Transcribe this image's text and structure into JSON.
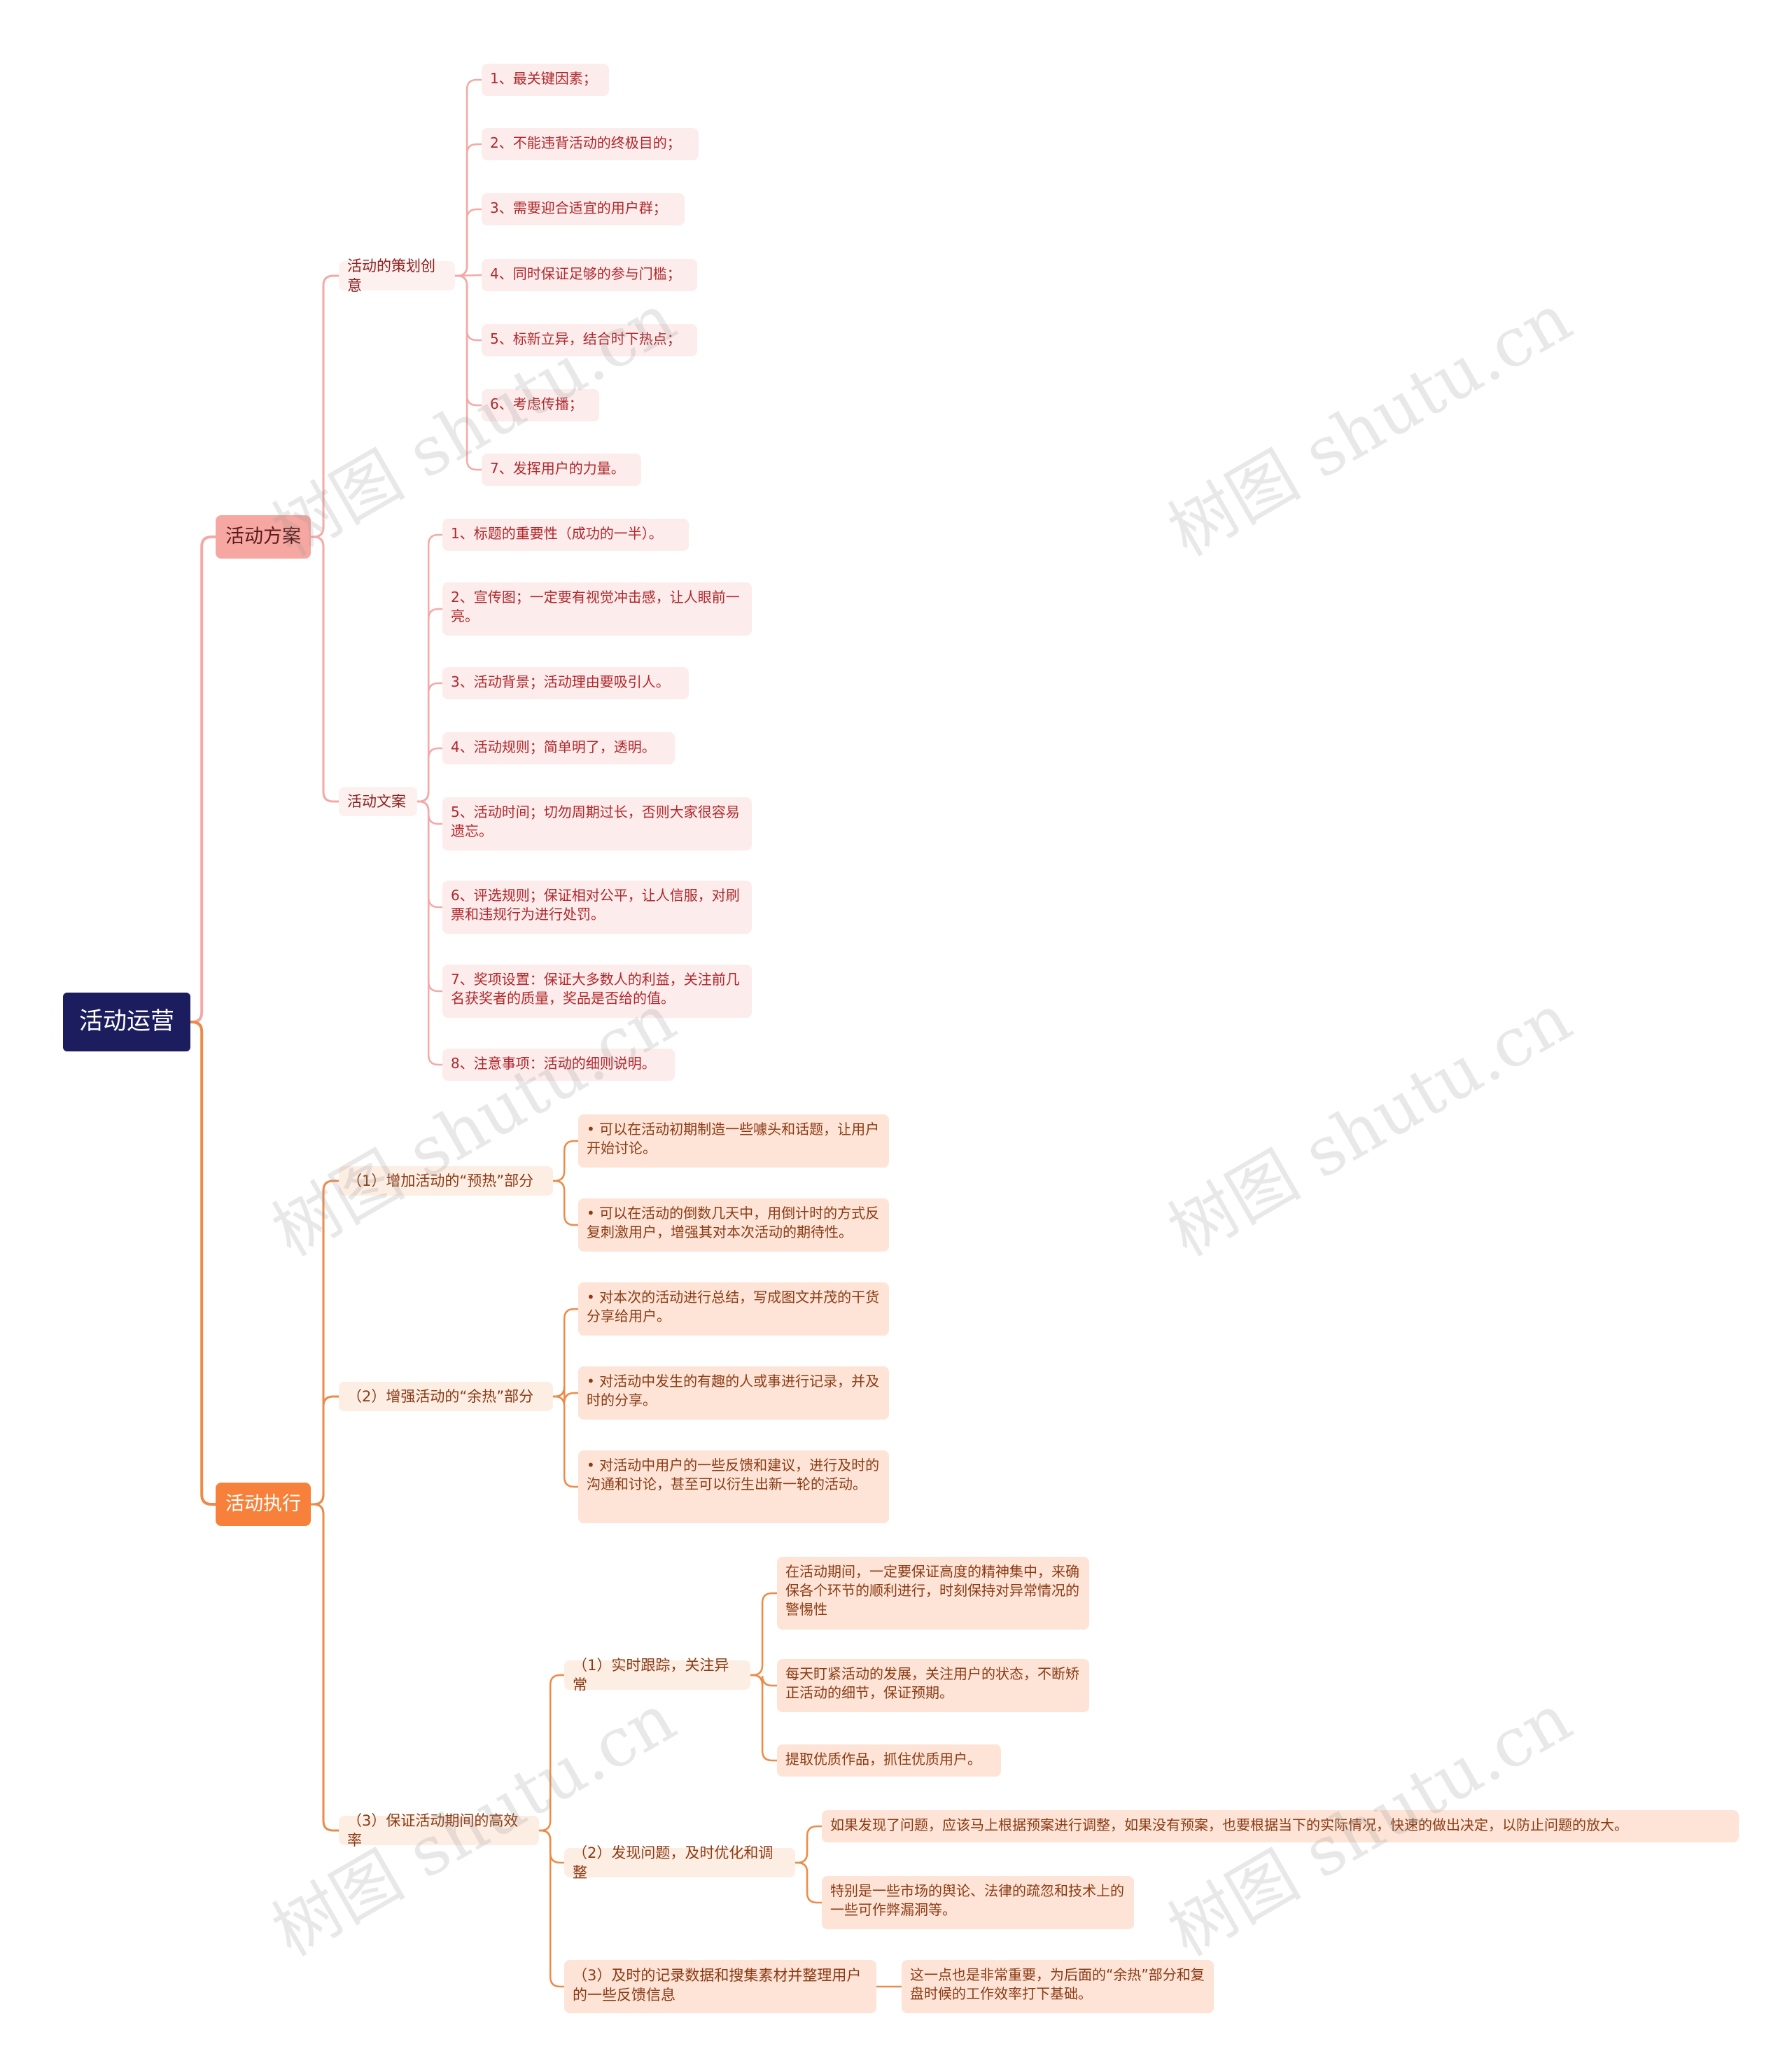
{
  "root": "活动运营",
  "plan": {
    "label": "活动方案",
    "creative": {
      "label": "活动的策划创意",
      "items": [
        "1、最关键因素；",
        "2、不能违背活动的终极目的；",
        "3、需要迎合适宜的用户群；",
        "4、同时保证足够的参与门槛；",
        "5、标新立异，结合时下热点；",
        "6、考虑传播；",
        "7、发挥用户的力量。"
      ]
    },
    "copy": {
      "label": "活动文案",
      "items": [
        "1、标题的重要性（成功的一半）。",
        "2、宣传图；一定要有视觉冲击感，让人眼前一亮。",
        "3、活动背景；活动理由要吸引人。",
        "4、活动规则；简单明了，透明。",
        "5、活动时间；切勿周期过长，否则大家很容易遗忘。",
        "6、评选规则；保证相对公平，让人信服，对刷票和违规行为进行处罚。",
        "7、奖项设置：保证大多数人的利益，关注前几名获奖者的质量，奖品是否给的值。",
        "8、注意事项：活动的细则说明。"
      ]
    }
  },
  "exec": {
    "label": "活动执行",
    "warmup": {
      "label": "（1）增加活动的“预热”部分",
      "items": [
        "• 可以在活动初期制造一些噱头和话题，让用户开始讨论。",
        "• 可以在活动的倒数几天中，用倒计时的方式反复刺激用户，增强其对本次活动的期待性。"
      ]
    },
    "afterglow": {
      "label": "（2）增强活动的“余热”部分",
      "items": [
        "• 对本次的活动进行总结，写成图文并茂的干货分享给用户。",
        "• 对活动中发生的有趣的人或事进行记录，并及时的分享。",
        "• 对活动中用户的一些反馈和建议，进行及时的沟通和讨论，甚至可以衍生出新一轮的活动。"
      ]
    },
    "efficiency": {
      "label": "（3）保证活动期间的高效率",
      "track": {
        "label": "（1）实时跟踪，关注异常",
        "items": [
          "在活动期间，一定要保证高度的精神集中，来确保各个环节的顺利进行，时刻保持对异常情况的警惕性",
          "每天盯紧活动的发展，关注用户的状态，不断矫正活动的细节，保证预期。",
          "提取优质作品，抓住优质用户。"
        ]
      },
      "optimize": {
        "label": "（2）发现问题，及时优化和调整",
        "items": [
          "如果发现了问题，应该马上根据预案进行调整，如果没有预案，也要根据当下的实际情况，快速的做出决定，以防止问题的放大。",
          "特别是一些市场的舆论、法律的疏忽和技术上的一些可作弊漏洞等。"
        ]
      },
      "record": {
        "label": "（3）及时的记录数据和搜集素材并整理用户的一些反馈信息",
        "items": [
          "这一点也是非常重要，为后面的“余热”部分和复盘时候的工作效率打下基础。"
        ]
      }
    }
  },
  "watermark": "树图 shutu.cn",
  "colors": {
    "root": "#1b1d5e",
    "plan_accent": "#f6a7a1",
    "plan_line": "#f3aaa6",
    "exec_accent": "#f7813a",
    "exec_line": "#ee8a48"
  }
}
